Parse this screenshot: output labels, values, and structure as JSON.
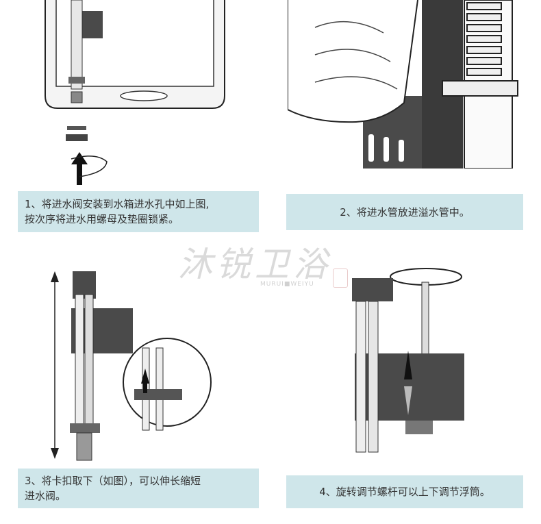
{
  "steps": [
    {
      "line1": "1、将进水阀安装到水箱进水孔中如上图,",
      "line2": "按次序将进水用螺母及垫圈锁紧。"
    },
    {
      "line1": "2、将进水管放进溢水管中。",
      "line2": ""
    },
    {
      "line1": "3、将卡扣取下（如图），可以伸长缩短",
      "line2": "进水阀。"
    },
    {
      "line1": "4、旋转调节螺杆可以上下调节浮筒。",
      "line2": ""
    }
  ],
  "watermark": {
    "brand": "沐锐卫浴",
    "sub": "MURUI■WEIYU"
  },
  "colors": {
    "caption_bg": "#cfe6ea",
    "valve_dark": "#4a4a4a",
    "line": "#222222"
  }
}
